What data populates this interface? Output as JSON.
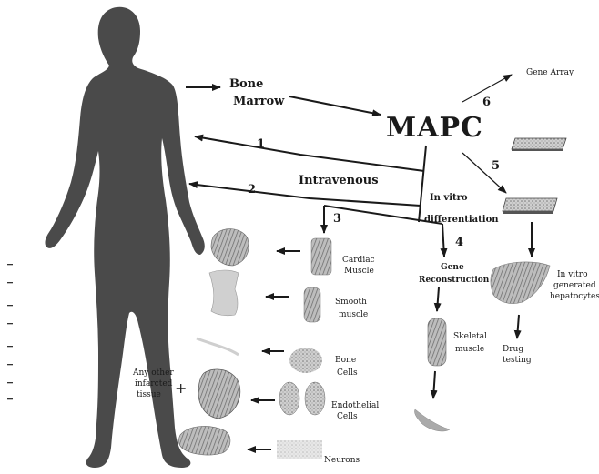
{
  "labels": {
    "bone_marrow_1": "Bone",
    "bone_marrow_2": "Marrow",
    "mapc": "MAPC",
    "gene_array": "Gene Array",
    "intravenous": "Intravenous",
    "invitro_diff_1": "In vitro",
    "invitro_diff_2": "differentiation",
    "cardiac_1": "Cardiac",
    "cardiac_2": "Muscle",
    "smooth_1": "Smooth",
    "smooth_2": "muscle",
    "bone_1": "Bone",
    "bone_2": "Cells",
    "endo_1": "Endothelial",
    "endo_2": "Cells",
    "neurons": "Neurons",
    "gene_recon_1": "Gene",
    "gene_recon_2": "Reconstruction",
    "skeletal_1": "Skeletal",
    "skeletal_2": "muscle",
    "hep_1": "In vitro",
    "hep_2": "generated",
    "hep_3": "hepatocytes",
    "drug_1": "Drug",
    "drug_2": "testing",
    "other_1": "Any other",
    "other_2": "infarcted",
    "other_3": "tissue",
    "plus": "+"
  },
  "numbers": {
    "n1": "1",
    "n2": "2",
    "n3": "3",
    "n4": "4",
    "n5": "5",
    "n6": "6"
  },
  "colors": {
    "silhouette": "#4a4a4a",
    "arrow": "#1a1a1a",
    "tissue": "#9a9a9a"
  }
}
